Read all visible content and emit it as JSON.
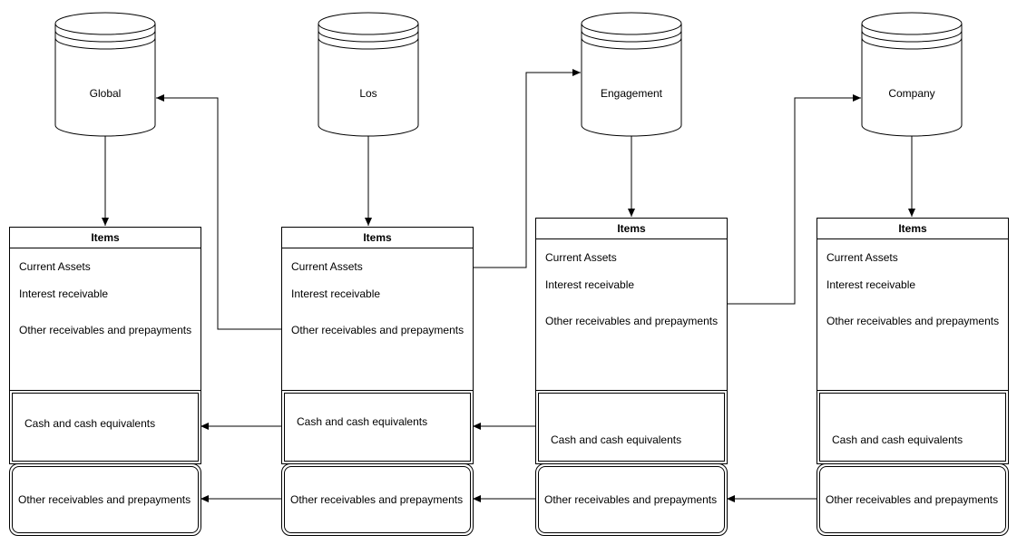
{
  "databases": [
    {
      "label": "Global"
    },
    {
      "label": "Los"
    },
    {
      "label": "Engagement"
    },
    {
      "label": "Company"
    }
  ],
  "tables": [
    {
      "header": "Items",
      "rows": [
        "Current Assets",
        "Interest receivable",
        "Other receivables and prepayments"
      ],
      "cash": "Cash and cash equivalents",
      "other": "Other receivables and prepayments"
    },
    {
      "header": "Items",
      "rows": [
        "Current Assets",
        "Interest receivable",
        "Other receivables and prepayments"
      ],
      "cash": "Cash and cash equivalents",
      "other": "Other receivables and prepayments"
    },
    {
      "header": "Items",
      "rows": [
        "Current Assets",
        "Interest receivable",
        "Other receivables and prepayments"
      ],
      "cash": "Cash and cash equivalents",
      "other": "Other receivables and prepayments"
    },
    {
      "header": "Items",
      "rows": [
        "Current Assets",
        "Interest receivable",
        "Other receivables and prepayments"
      ],
      "cash": "Cash and cash equivalents",
      "other": "Other receivables and prepayments"
    }
  ]
}
